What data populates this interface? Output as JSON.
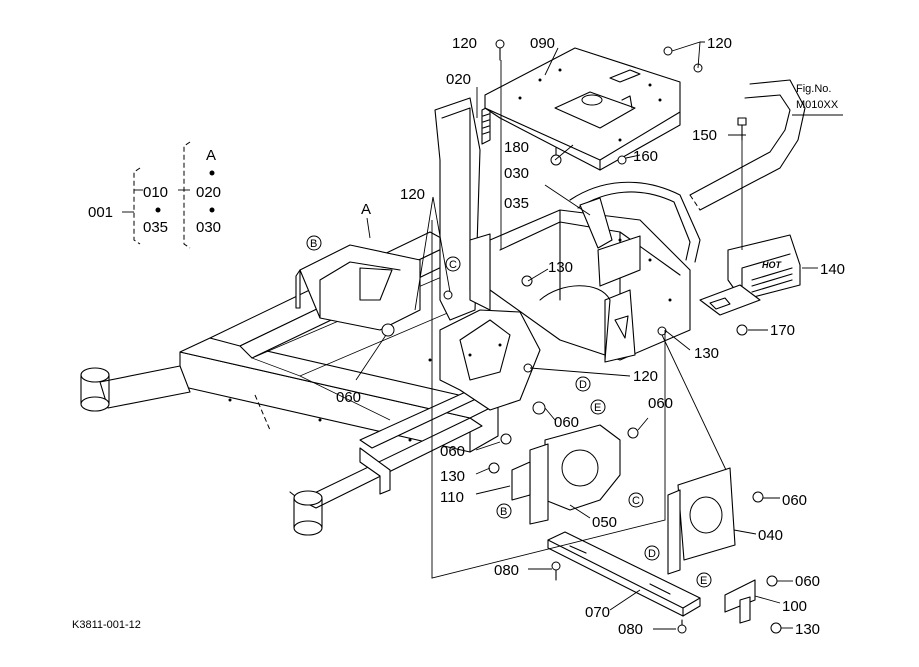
{
  "figure": {
    "code": "K3811-001-12",
    "ref_title": "Fig.No.",
    "ref_value": "M010XX"
  },
  "assembly": {
    "main": "001",
    "group1_top": "010",
    "group1_bot": "035",
    "group2_head": "A",
    "group2_mid": "020",
    "group2_bot": "030"
  },
  "callouts": {
    "c120_top": "120",
    "c090": "090",
    "c120_right": "120",
    "c020": "020",
    "c180": "180",
    "c160": "160",
    "c150": "150",
    "c030": "030",
    "c035": "035",
    "c120_mid": "120",
    "c130_mid": "130",
    "c140": "140",
    "c170": "170",
    "c130_right": "130",
    "c120_low": "120",
    "c060_left": "060",
    "c060_center": "060",
    "c060_upper": "060",
    "c060_bolt": "060",
    "c130_left": "130",
    "c110": "110",
    "c050": "050",
    "c060_far": "060",
    "c040": "040",
    "c080_left": "080",
    "c060_low": "060",
    "c100": "100",
    "c070": "070",
    "c080_bottom": "080",
    "c130_bottom": "130"
  },
  "markers": {
    "A_frame": "A",
    "B_top": "B",
    "B_bot": "B",
    "C_top": "C",
    "C_bot": "C",
    "D_top": "D",
    "D_bot": "D",
    "E_top": "E",
    "E_bot": "E"
  },
  "decal": "HOT"
}
